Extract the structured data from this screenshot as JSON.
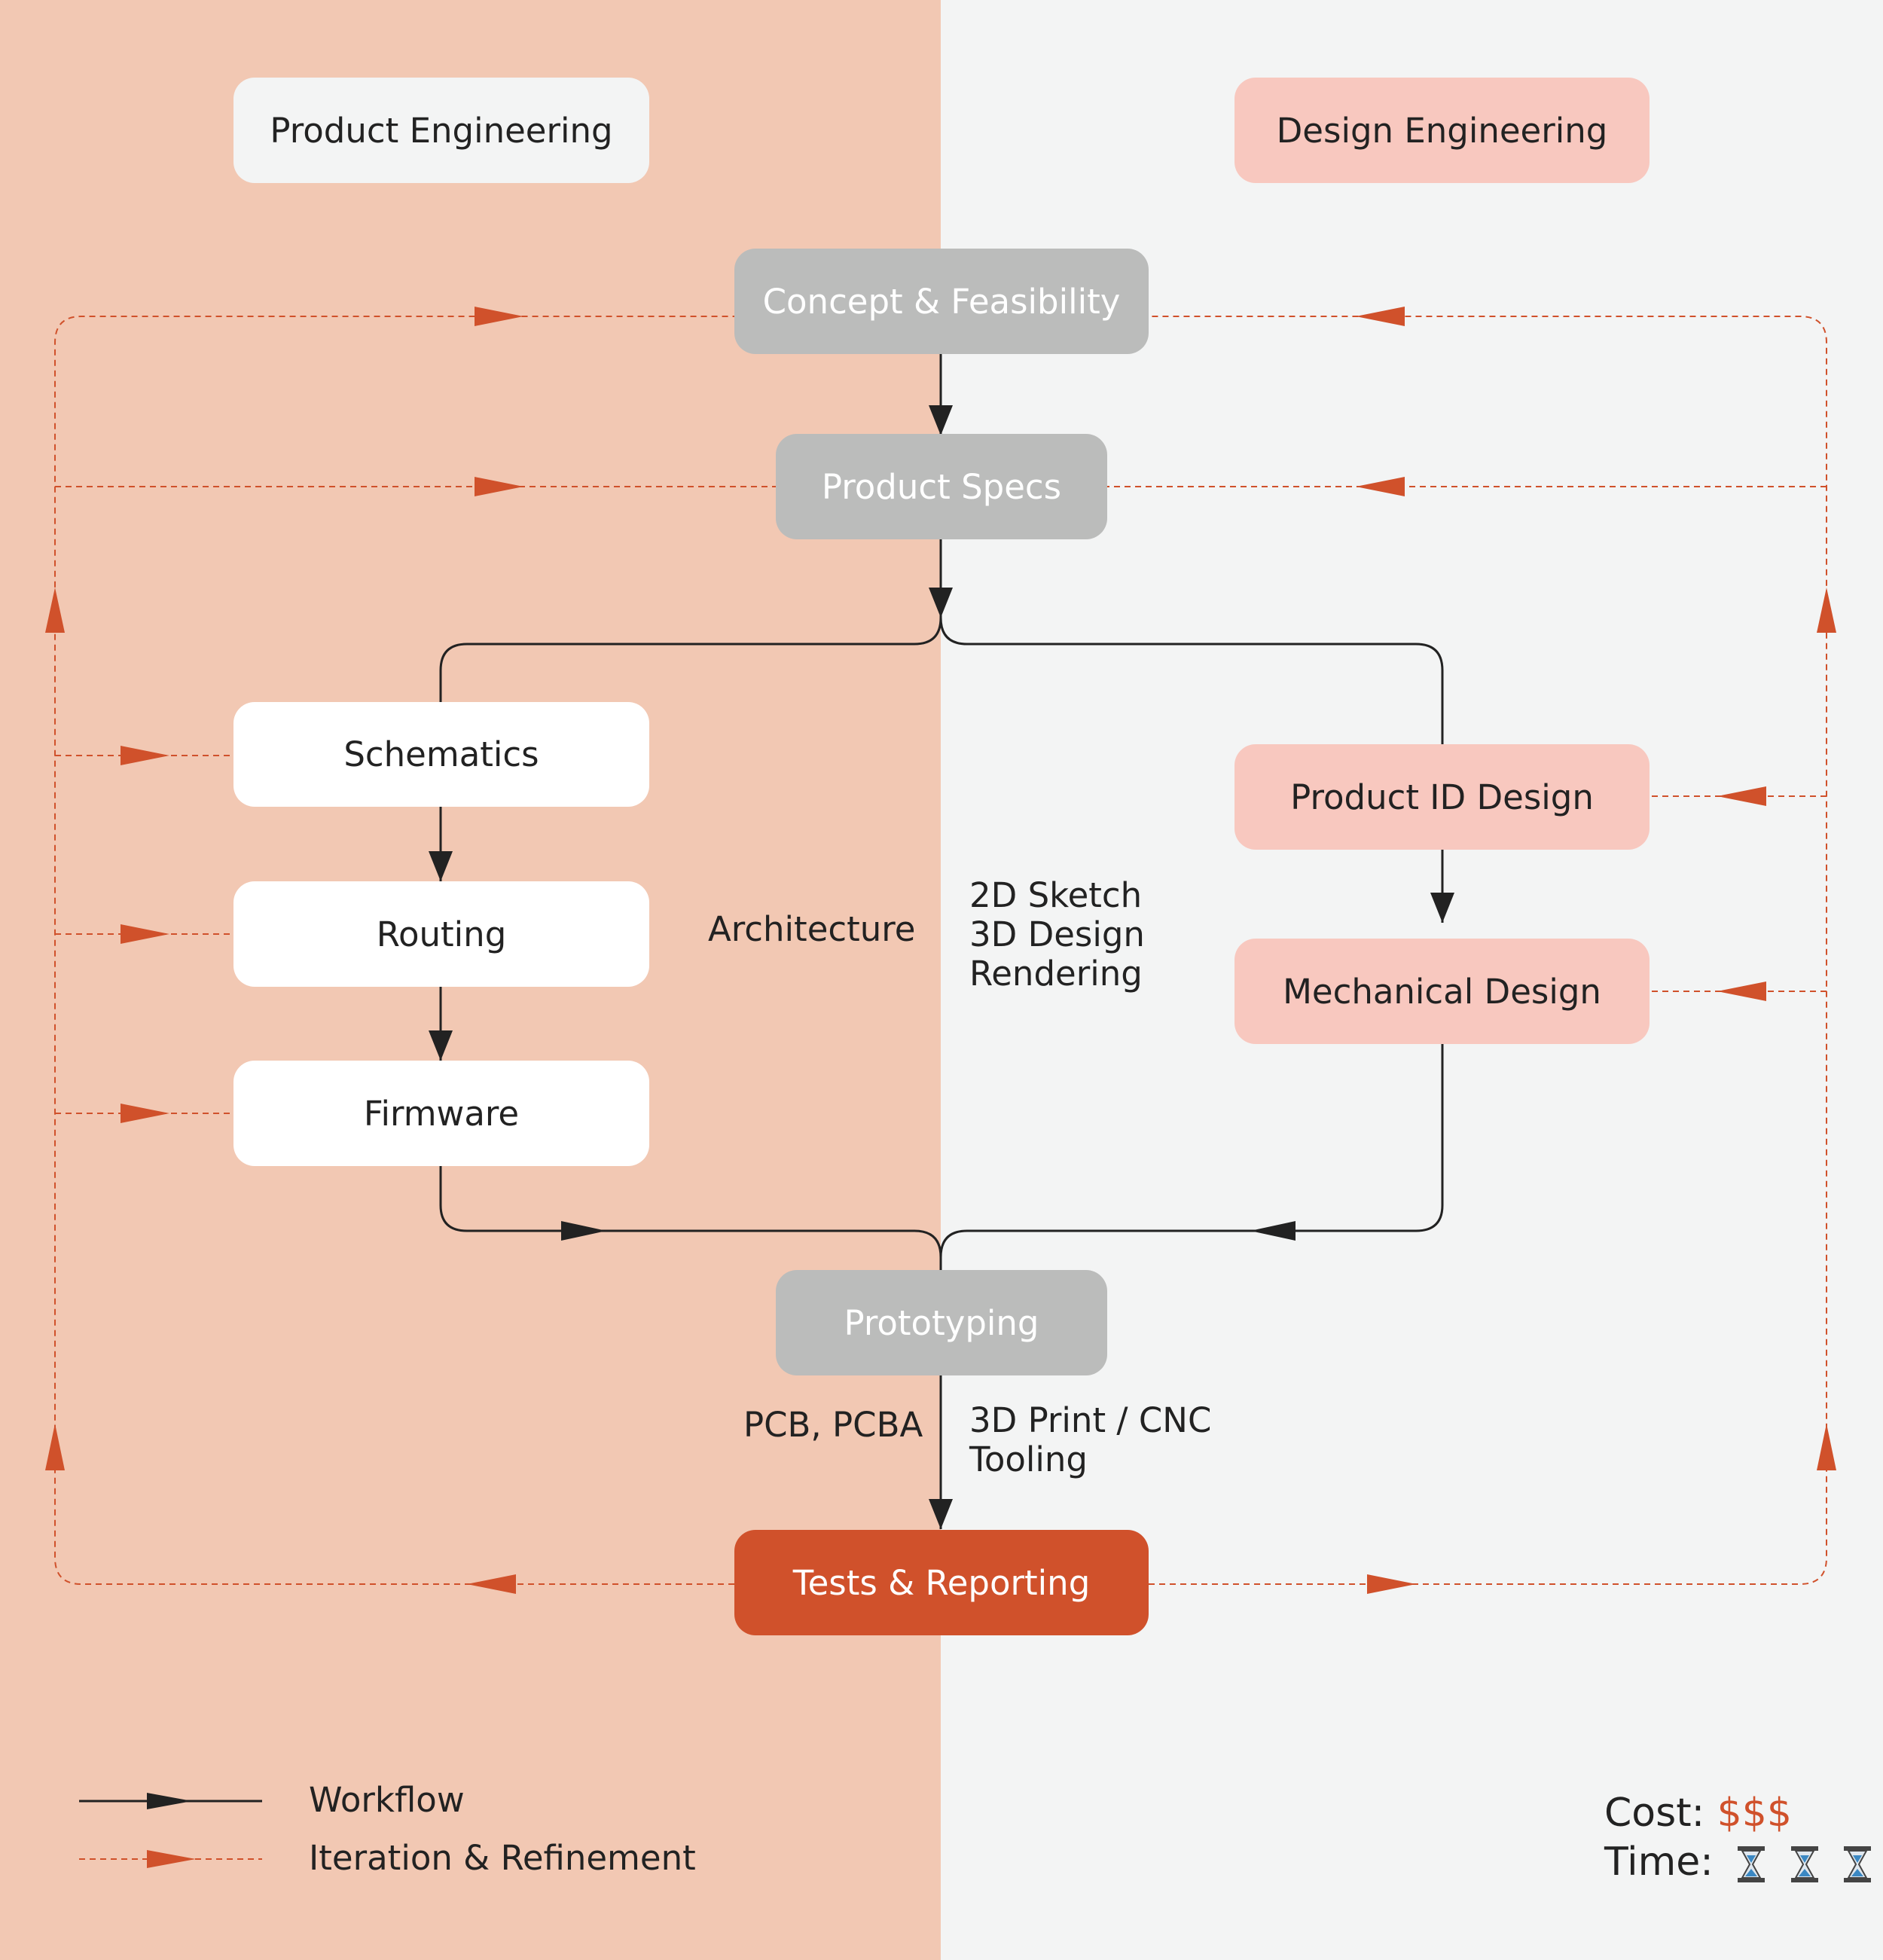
{
  "columns": {
    "left": {
      "title": "Product Engineering"
    },
    "right": {
      "title": "Design Engineering"
    }
  },
  "nodes": {
    "concept": "Concept & Feasibility",
    "specs": "Product Specs",
    "schematics": "Schematics",
    "routing": "Routing",
    "firmware": "Firmware",
    "product_id": "Product ID Design",
    "mechanical": "Mechanical Design",
    "prototyping": "Prototyping",
    "tests": "Tests & Reporting"
  },
  "annotations": {
    "architecture": "Architecture",
    "design_tasks": [
      "2D Sketch",
      "3D Design",
      "Rendering"
    ],
    "pcb": "PCB, PCBA",
    "mech_proto": [
      "3D Print / CNC",
      "Tooling"
    ]
  },
  "legend": {
    "workflow": "Workflow",
    "iteration": "Iteration & Refinement"
  },
  "meta": {
    "cost_label": "Cost:",
    "cost_value": "$$$",
    "time_label": "Time:",
    "time_icons": [
      "hourglass-icon",
      "hourglass-icon",
      "hourglass-icon"
    ]
  },
  "colors": {
    "left_bg": "#f2c8b3",
    "right_bg": "#f3f4f4",
    "gray_box": "#bbbcbb",
    "pink_box": "#f8c8bf",
    "accent": "#d0512b",
    "workflow_line": "#222222"
  }
}
